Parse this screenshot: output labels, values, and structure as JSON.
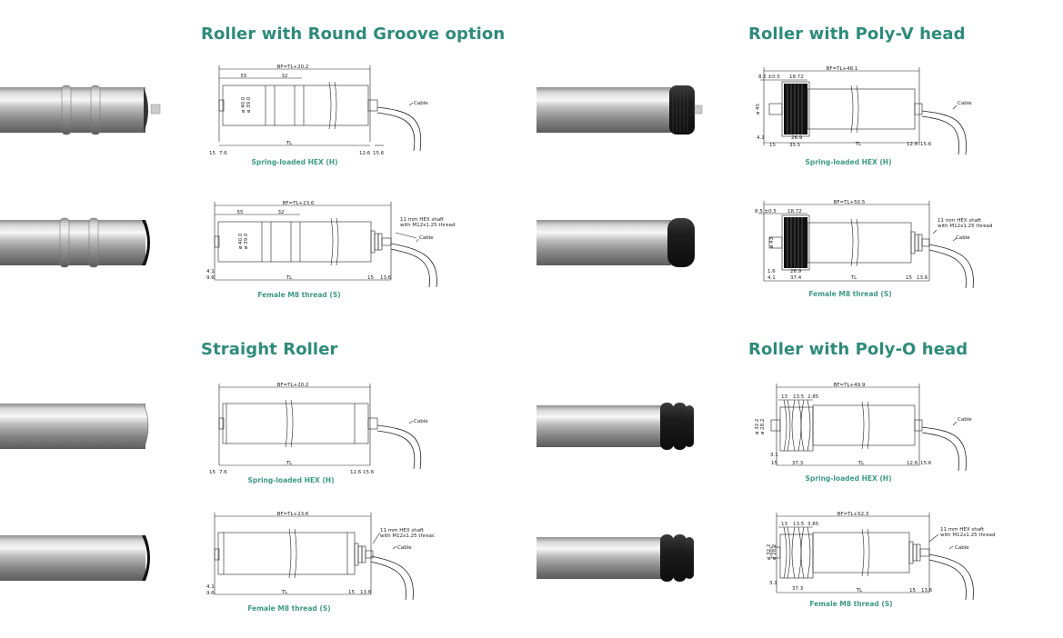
{
  "sections": [
    {
      "title": "Roller with Round Groove option",
      "drawings": [
        {
          "caption": "Spring-loaded HEX (H)",
          "bf": "BF=TL+20.2",
          "dims_top": [
            "55",
            "32"
          ],
          "dia": [
            "ø 40.0",
            "ø 39.0"
          ],
          "bottom_left": [
            "15",
            "7.6"
          ],
          "bottom_right": [
            "12.6",
            "15.6"
          ],
          "tl": "TL",
          "cable": "Cable"
        },
        {
          "caption": "Female M8 thread (S)",
          "bf": "BF=TL+23.6",
          "dims_top": [
            "55",
            "32"
          ],
          "dia": [
            "ø 40.0",
            "ø 39.0"
          ],
          "left_small": [
            "4.1",
            "9.6"
          ],
          "bottom_right": [
            "15",
            "13.6"
          ],
          "tl": "TL",
          "shaft_note": [
            "11 mm HEX shaft",
            "with M12x1.25 thread"
          ],
          "cable": "Cable"
        }
      ]
    },
    {
      "title": "Roller with Poly-V head",
      "drawings": [
        {
          "caption": "Spring-loaded HEX (H)",
          "bf": "BF=TL+48.1",
          "dims_top": [
            "8.5 ±0.5",
            "18.72"
          ],
          "dia": [
            "ø 45"
          ],
          "bottom_left": [
            "4.1",
            "15"
          ],
          "bottom_mid": [
            "26.9",
            "35.5"
          ],
          "bottom_right": [
            "12.6",
            "15.6"
          ],
          "tl": "TL",
          "cable": "Cable"
        },
        {
          "caption": "Female M8 thread (S)",
          "bf": "BF=TL+50.5",
          "dims_top": [
            "8.5 ±0.5",
            "18.72"
          ],
          "dia": [
            "ø 43"
          ],
          "bottom_left": [
            "1.6",
            "4.1"
          ],
          "bottom_mid": [
            "26.9",
            "37.4"
          ],
          "bottom_right": [
            "15",
            "13.6"
          ],
          "tl": "TL",
          "shaft_note": [
            "11 mm HEX shaft",
            "with M12x1.25 thread"
          ],
          "cable": "Cable"
        }
      ]
    },
    {
      "title": "Straight Roller",
      "drawings": [
        {
          "caption": "Spring-loaded HEX (H)",
          "bf": "BF=TL+20.2",
          "bottom_left": [
            "15",
            "7.6"
          ],
          "bottom_right": [
            "12.6",
            "15.6"
          ],
          "tl": "TL",
          "cable": "Cable"
        },
        {
          "caption": "Female M8 thread (S)",
          "bf": "BF=TL+23.6",
          "left_small": [
            "4.1",
            "9.6"
          ],
          "bottom_right": [
            "15",
            "13.6"
          ],
          "tl": "TL",
          "shaft_note": [
            "11 mm HEX shaft",
            "with M12x1.25 threac"
          ],
          "cable": "Cable"
        }
      ]
    },
    {
      "title": "Roller with Poly-O head",
      "drawings": [
        {
          "caption": "Spring-loaded HEX (H)",
          "bf": "BF=TL+49.9",
          "dims_top": [
            "13",
            "13.5",
            "2.85"
          ],
          "dia": [
            "ø 32.2",
            "ø 28.2"
          ],
          "bottom_left": [
            "3.1",
            "15"
          ],
          "bottom_mid": [
            "37.3"
          ],
          "bottom_right": [
            "12.6",
            "15.6"
          ],
          "tl": "TL",
          "cable": "Cable"
        },
        {
          "caption": "Female M8 thread (S)",
          "bf": "BF=TL+52.3",
          "dims_top": [
            "13",
            "13.5",
            "3.85"
          ],
          "dia": [
            "ø 32.2",
            "ø 28.2"
          ],
          "bottom_left": [
            "3.1"
          ],
          "bottom_mid": [
            "37.3"
          ],
          "bottom_right": [
            "15",
            "13.6"
          ],
          "tl": "TL",
          "shaft_note": [
            "11 mm HEX shaft",
            "with M12x1.25 thread"
          ],
          "cable": "Cable"
        }
      ]
    }
  ]
}
